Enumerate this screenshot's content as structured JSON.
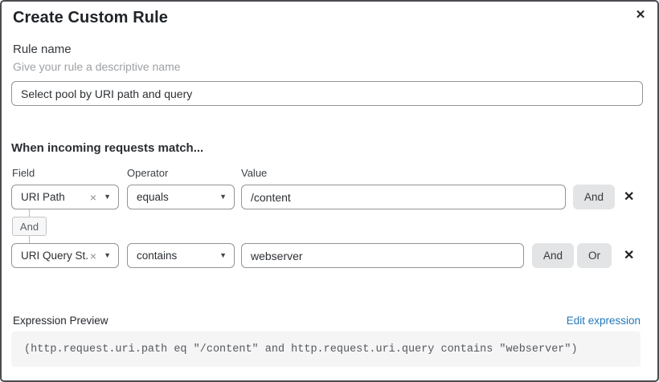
{
  "dialog": {
    "title": "Create Custom Rule"
  },
  "icons": {
    "close": "✕",
    "delete": "✕",
    "clear": "×",
    "caret": "▼"
  },
  "rule_name": {
    "label": "Rule name",
    "helper": "Give your rule a descriptive name",
    "value": "Select pool by URI path and query"
  },
  "match": {
    "heading": "When incoming requests match...",
    "columns": {
      "field": "Field",
      "operator": "Operator",
      "value": "Value"
    },
    "connector_label": "And",
    "rows": [
      {
        "field": "URI Path",
        "operator": "equals",
        "value": "/content",
        "and_label": "And"
      },
      {
        "field": "URI Query St...",
        "operator": "contains",
        "value": "webserver",
        "and_label": "And",
        "or_label": "Or"
      }
    ]
  },
  "expression": {
    "label": "Expression Preview",
    "edit_link": "Edit expression",
    "code": "(http.request.uri.path eq \"/content\" and http.request.uri.query contains \"webserver\")"
  },
  "colors": {
    "link_blue": "#2478b9",
    "button_gray": "#e3e4e5",
    "code_bg": "#f5f5f6",
    "control_border": "#929497",
    "modal_border": "#4a4c50"
  }
}
